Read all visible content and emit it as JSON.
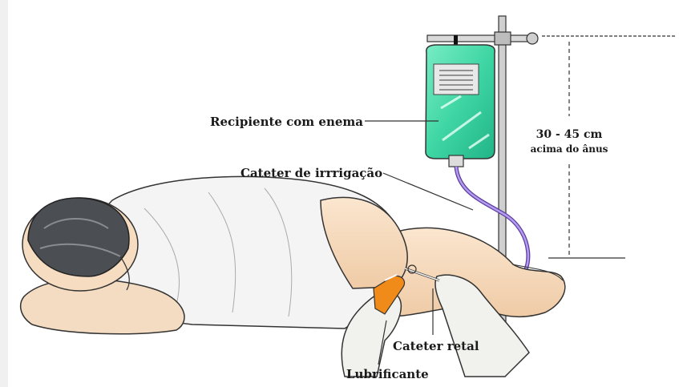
{
  "labels": {
    "container": "Recipiente com enema",
    "irrigation_catheter": "Cateter de irrrigação",
    "height_range": "30 - 45 cm",
    "height_note": "acima do ânus",
    "rectal_catheter": "Cateter retal",
    "lubricant": "Lubrificante"
  },
  "colors": {
    "bag": "#3fd6a4",
    "tube": "#8a6bd1",
    "skin": "#f6dcc0",
    "gown": "#f4f4f4",
    "hair": "#4b4e52",
    "glove": "#f1f1ee",
    "lubricant": "#f08a18",
    "pole": "#c9c9c9",
    "outline": "#222222"
  }
}
